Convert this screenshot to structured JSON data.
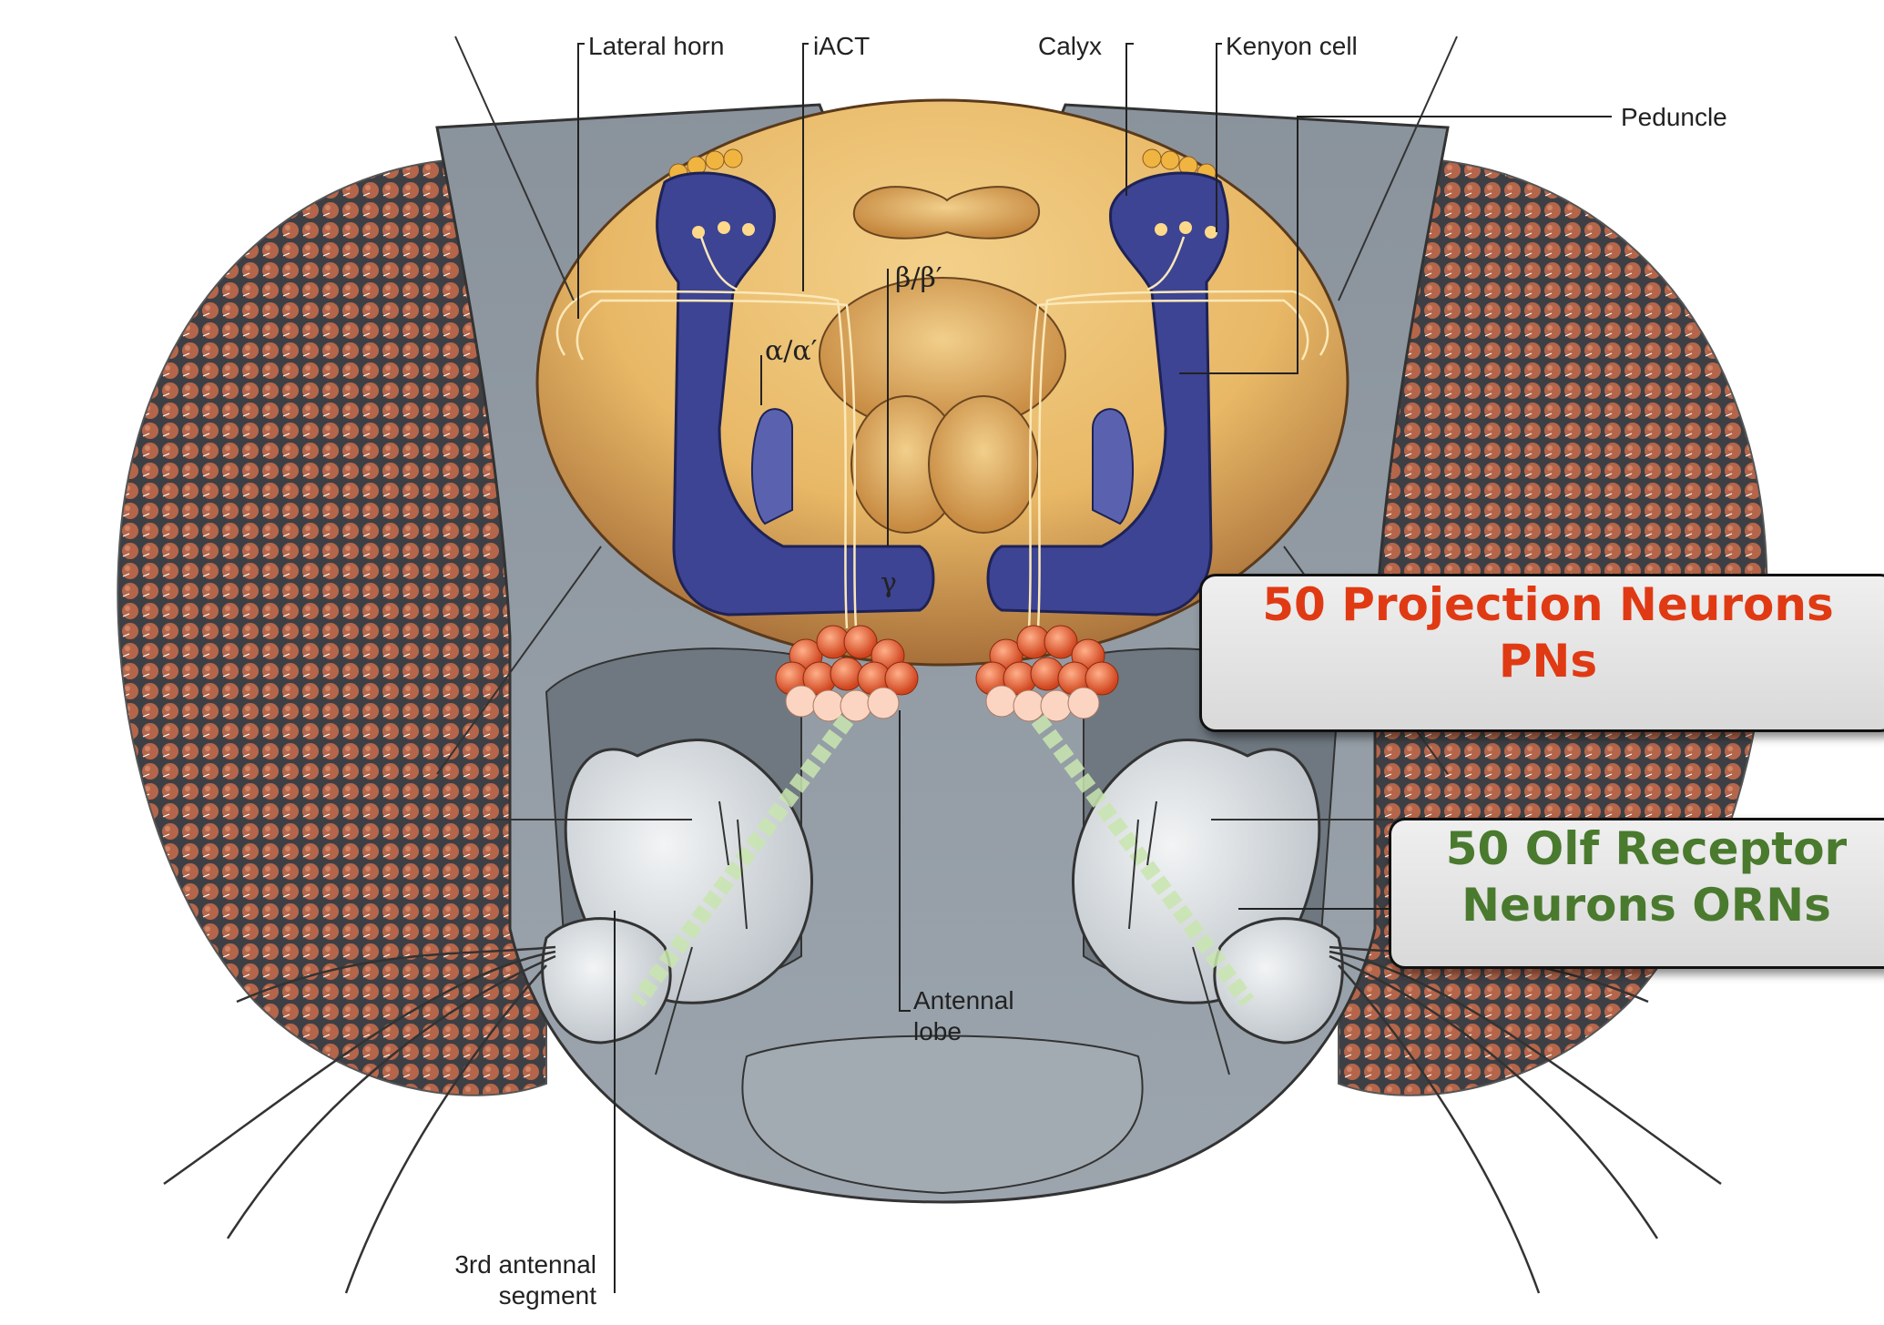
{
  "labels": {
    "lateral_horn": "Lateral horn",
    "iact": "iACT",
    "calyx": "Calyx",
    "kenyon_cell": "Kenyon cell",
    "peduncle": "Peduncle",
    "beta": "β/β′",
    "alpha": "α/α′",
    "gamma": "γ",
    "antennal_lobe_1": "Antennal",
    "antennal_lobe_2": "lobe",
    "third_segment_1": "3rd antennal",
    "third_segment_2": "segment"
  },
  "callouts": {
    "pn_line1": "50 Projection Neurons",
    "pn_line2": "PNs",
    "orn_line1": "50 Olf Receptor",
    "orn_line2": "Neurons ORNs"
  },
  "colors": {
    "eye": "#b5664a",
    "head": "#8a939c",
    "brain": "#e8b866",
    "mushroom_body": "#3d4494",
    "pn_glomeruli": "#e0582e",
    "orn_accent": "#4a7a2e",
    "pn_accent": "#e03a14"
  }
}
